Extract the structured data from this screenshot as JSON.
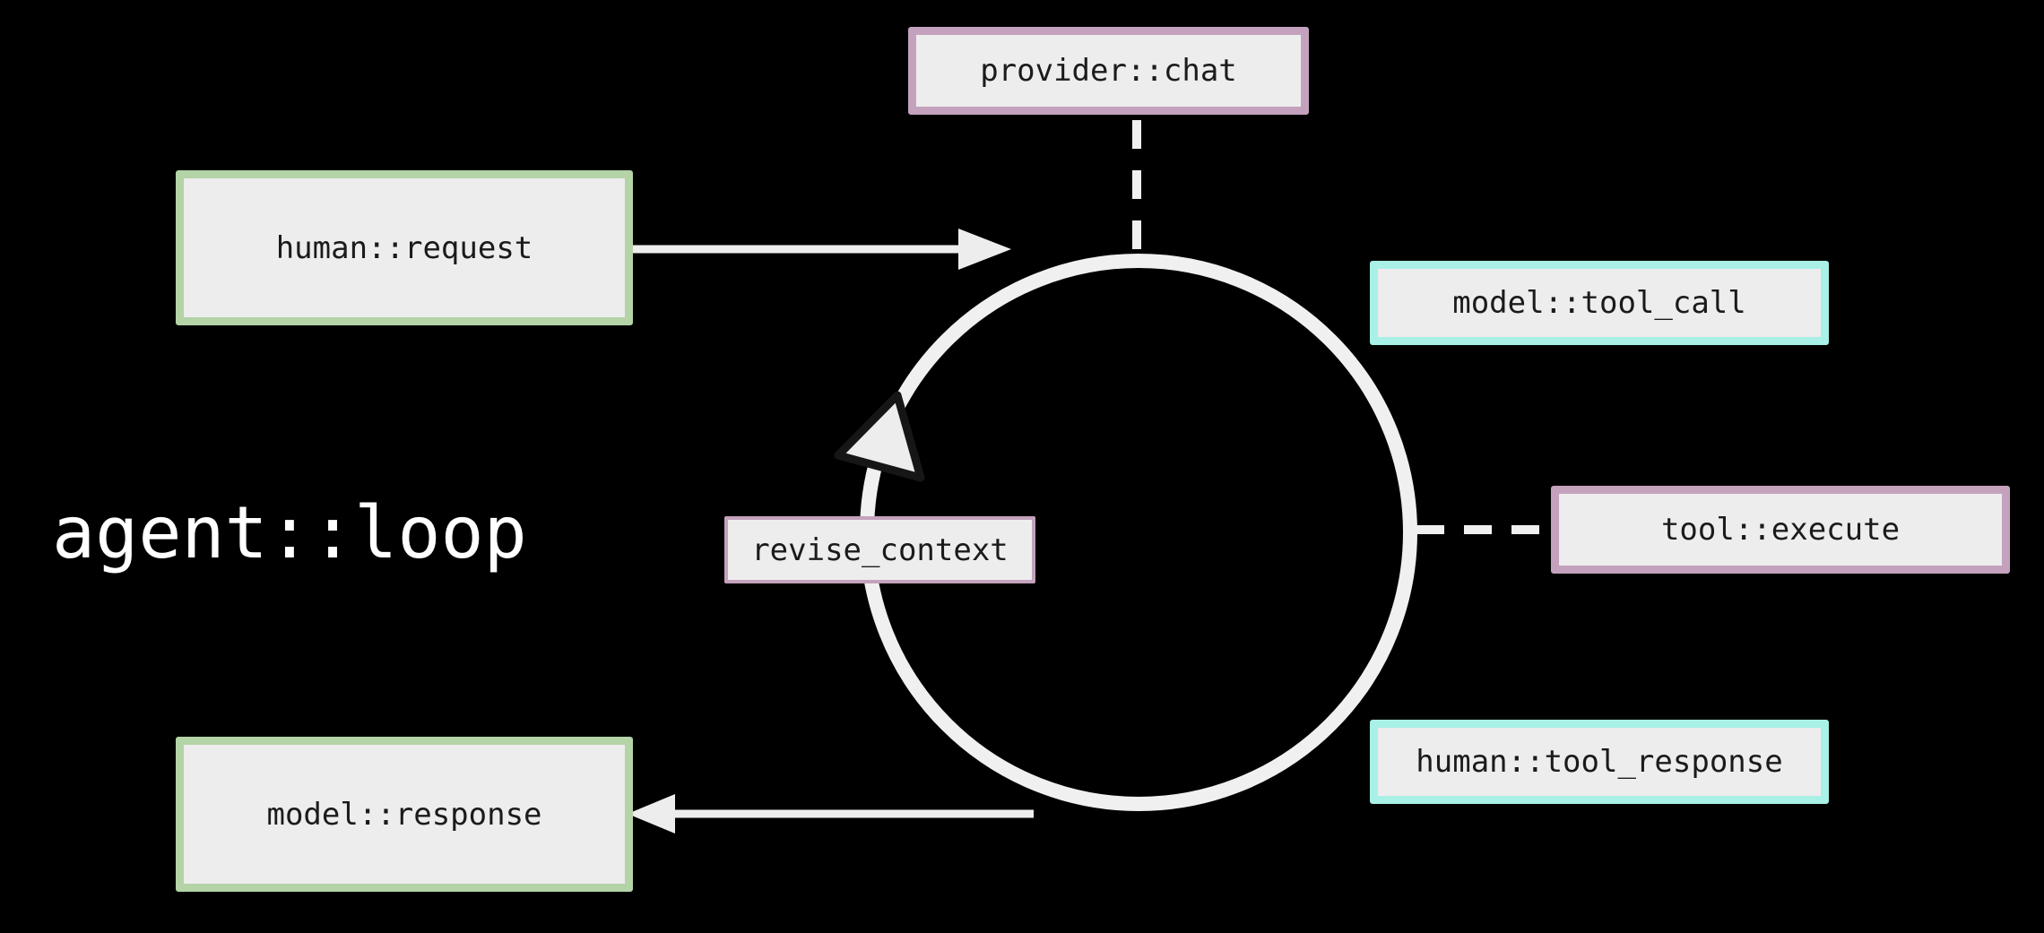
{
  "diagram": {
    "title": "agent::loop",
    "background": "#000000",
    "colors": {
      "box_fill": "#ededed",
      "pink_border": "#c4a2bd",
      "green_border": "#b4d3a7",
      "cyan_border": "#a9f0e6",
      "line": "#f0f0f0",
      "text": "#1b1b1b",
      "title_text": "#ffffff"
    },
    "nodes": [
      {
        "id": "provider-chat",
        "label": "provider::chat",
        "border": "pink"
      },
      {
        "id": "human-request",
        "label": "human::request",
        "border": "green"
      },
      {
        "id": "model-tool-call",
        "label": "model::tool_call",
        "border": "cyan"
      },
      {
        "id": "tool-execute",
        "label": "tool::execute",
        "border": "pink"
      },
      {
        "id": "human-tool-response",
        "label": "human::tool_response",
        "border": "cyan"
      },
      {
        "id": "model-response",
        "label": "model::response",
        "border": "green"
      },
      {
        "id": "revise-context",
        "label": "revise_context",
        "border": "pink"
      }
    ],
    "connections": [
      {
        "from": "human-request",
        "to": "loop-circle",
        "style": "solid-arrow"
      },
      {
        "from": "loop-circle",
        "to": "model-response",
        "style": "solid-arrow"
      },
      {
        "from": "provider-chat",
        "to": "loop-circle",
        "style": "dashed-line"
      },
      {
        "from": "tool-execute",
        "to": "loop-circle",
        "style": "dashed-line"
      }
    ],
    "loop": {
      "direction_arrowhead": "upper-left, pointing clockwise (upward)"
    }
  }
}
